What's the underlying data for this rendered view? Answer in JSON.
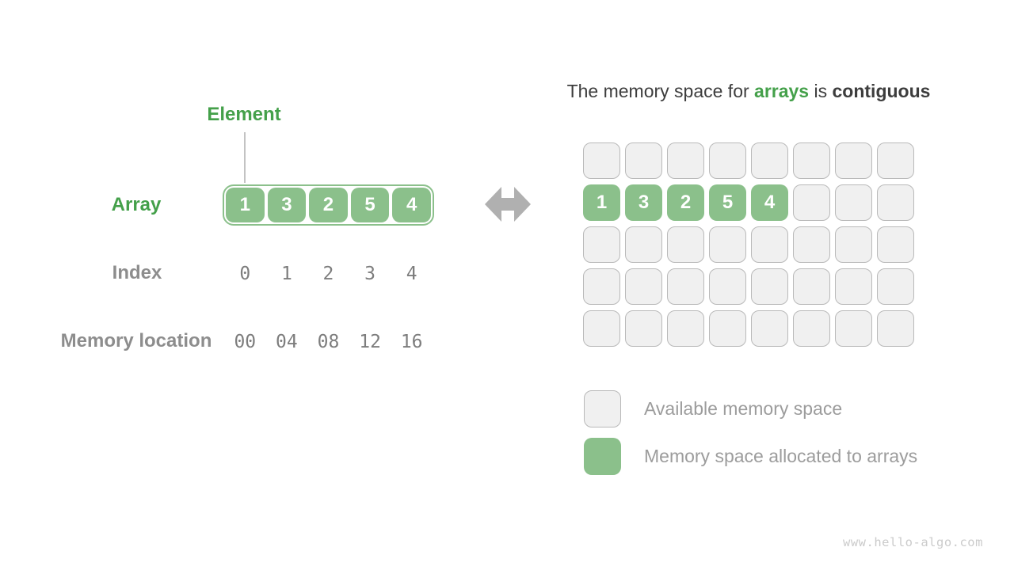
{
  "left_panel": {
    "element_label": "Element",
    "array_label": "Array",
    "index_label": "Index",
    "memory_label": "Memory location",
    "array_values": [
      "1",
      "3",
      "2",
      "5",
      "4"
    ],
    "index_values": [
      "0",
      "1",
      "2",
      "3",
      "4"
    ],
    "memory_values": [
      "00",
      "04",
      "08",
      "12",
      "16"
    ]
  },
  "arrow": {
    "direction": "left-right"
  },
  "right_panel": {
    "title_segments": [
      {
        "text": "The memory space for ",
        "style": "normal"
      },
      {
        "text": "arrays",
        "style": "accent-bold"
      },
      {
        "text": " is ",
        "style": "normal"
      },
      {
        "text": "contiguous",
        "style": "bold"
      }
    ],
    "memory_grid": {
      "rows": 5,
      "cols": 8,
      "allocated_row": 1,
      "allocated_values": [
        "1",
        "3",
        "2",
        "5",
        "4"
      ]
    },
    "legend": [
      {
        "swatch": "available",
        "label": "Available memory space"
      },
      {
        "swatch": "allocated",
        "label": "Memory space allocated to arrays"
      }
    ]
  },
  "watermark": "www.hello-algo.com",
  "colors": {
    "green_fill": "#8bc08b",
    "green_text": "#44a04a",
    "available_cell_bg": "#f0f0f0",
    "available_cell_border": "#b9b9b9",
    "label_gray": "#8d8d8d",
    "mono_number_gray": "#7d7d7d",
    "title_dark": "#3d3d3d",
    "legend_text_gray": "#9c9c9c",
    "arrow_gray": "#b0b0b0",
    "watermark_gray": "#cbcbcb"
  }
}
